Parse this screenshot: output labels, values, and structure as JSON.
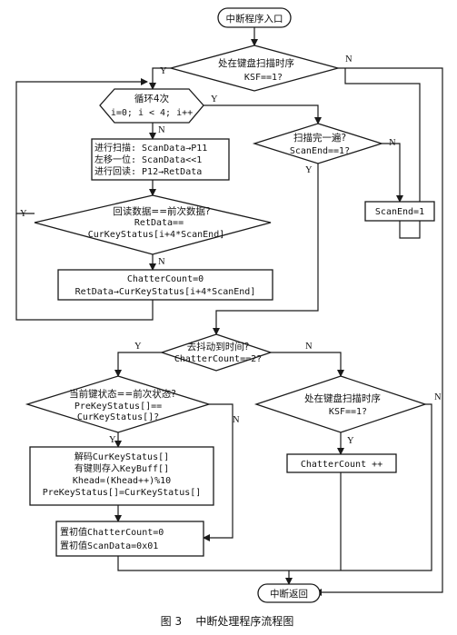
{
  "nodes": {
    "start": [
      "中断程序入口"
    ],
    "d_ksf_top": [
      "处在键盘扫描时序",
      "KSF==1?"
    ],
    "loop": [
      "循环4次",
      "i=0; i < 4; i++"
    ],
    "scan_box": [
      "进行扫描: ScanData→P11",
      "左移一位: ScanData<<1",
      "进行回读: P12→RetData"
    ],
    "d_scan_end": [
      "扫描完一遍?",
      "ScanEnd==1?"
    ],
    "set_scan_end": [
      "ScanEnd=1"
    ],
    "d_compare": [
      "回读数据==前次数据?",
      "RetData==",
      "CurKeyStatus[i+4*ScanEnd]"
    ],
    "store_box": [
      "ChatterCount=0",
      "RetData→CurKeyStatus[i+4*ScanEnd]"
    ],
    "d_debounce": [
      "去抖动到时间?",
      "ChatterCount==2?"
    ],
    "d_state": [
      "当前键状态==前次状态?",
      "PreKeyStatus[]==",
      "CurKeyStatus[]?"
    ],
    "d_ksf_bottom": [
      "处在键盘扫描时序",
      "KSF==1?"
    ],
    "decode_box": [
      "解码CurKeyStatus[]",
      "有键则存入KeyBuff[]",
      "Khead=(Khead++)%10",
      "PreKeyStatus[]=CurKeyStatus[]"
    ],
    "chatter_inc": [
      "ChatterCount ++"
    ],
    "init_box": [
      "置初值ChatterCount=0",
      "置初值ScanData=0x01"
    ],
    "end": [
      "中断返回"
    ]
  },
  "branch_labels": {
    "ksf_top_n": "N",
    "ksf_top_y": "Y",
    "loop_n": "N",
    "loop_y": "Y",
    "scan_end_n": "N",
    "scan_end_y": "Y",
    "compare_y": "Y",
    "compare_n": "N",
    "debounce_y": "Y",
    "debounce_n": "N",
    "state_y": "Y",
    "state_n": "N",
    "ksf_bottom_n": "N",
    "ksf_bottom_y": "Y"
  },
  "caption": "图 3    中断处理程序流程图"
}
